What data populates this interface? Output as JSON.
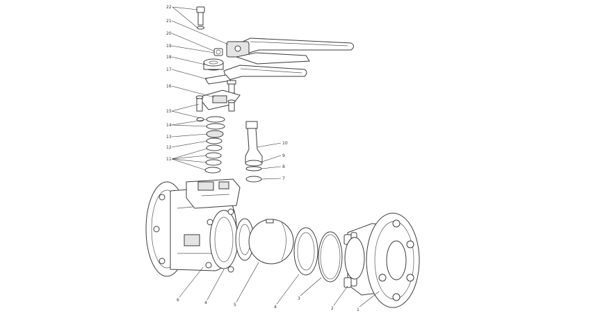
{
  "diagram": {
    "callouts": [
      "22",
      "21",
      "20",
      "19",
      "18",
      "17",
      "16",
      "15",
      "14",
      "13",
      "12",
      "11",
      "10",
      "9",
      "8",
      "7",
      "6",
      "4",
      "5",
      "4",
      "3",
      "2",
      "1"
    ]
  }
}
